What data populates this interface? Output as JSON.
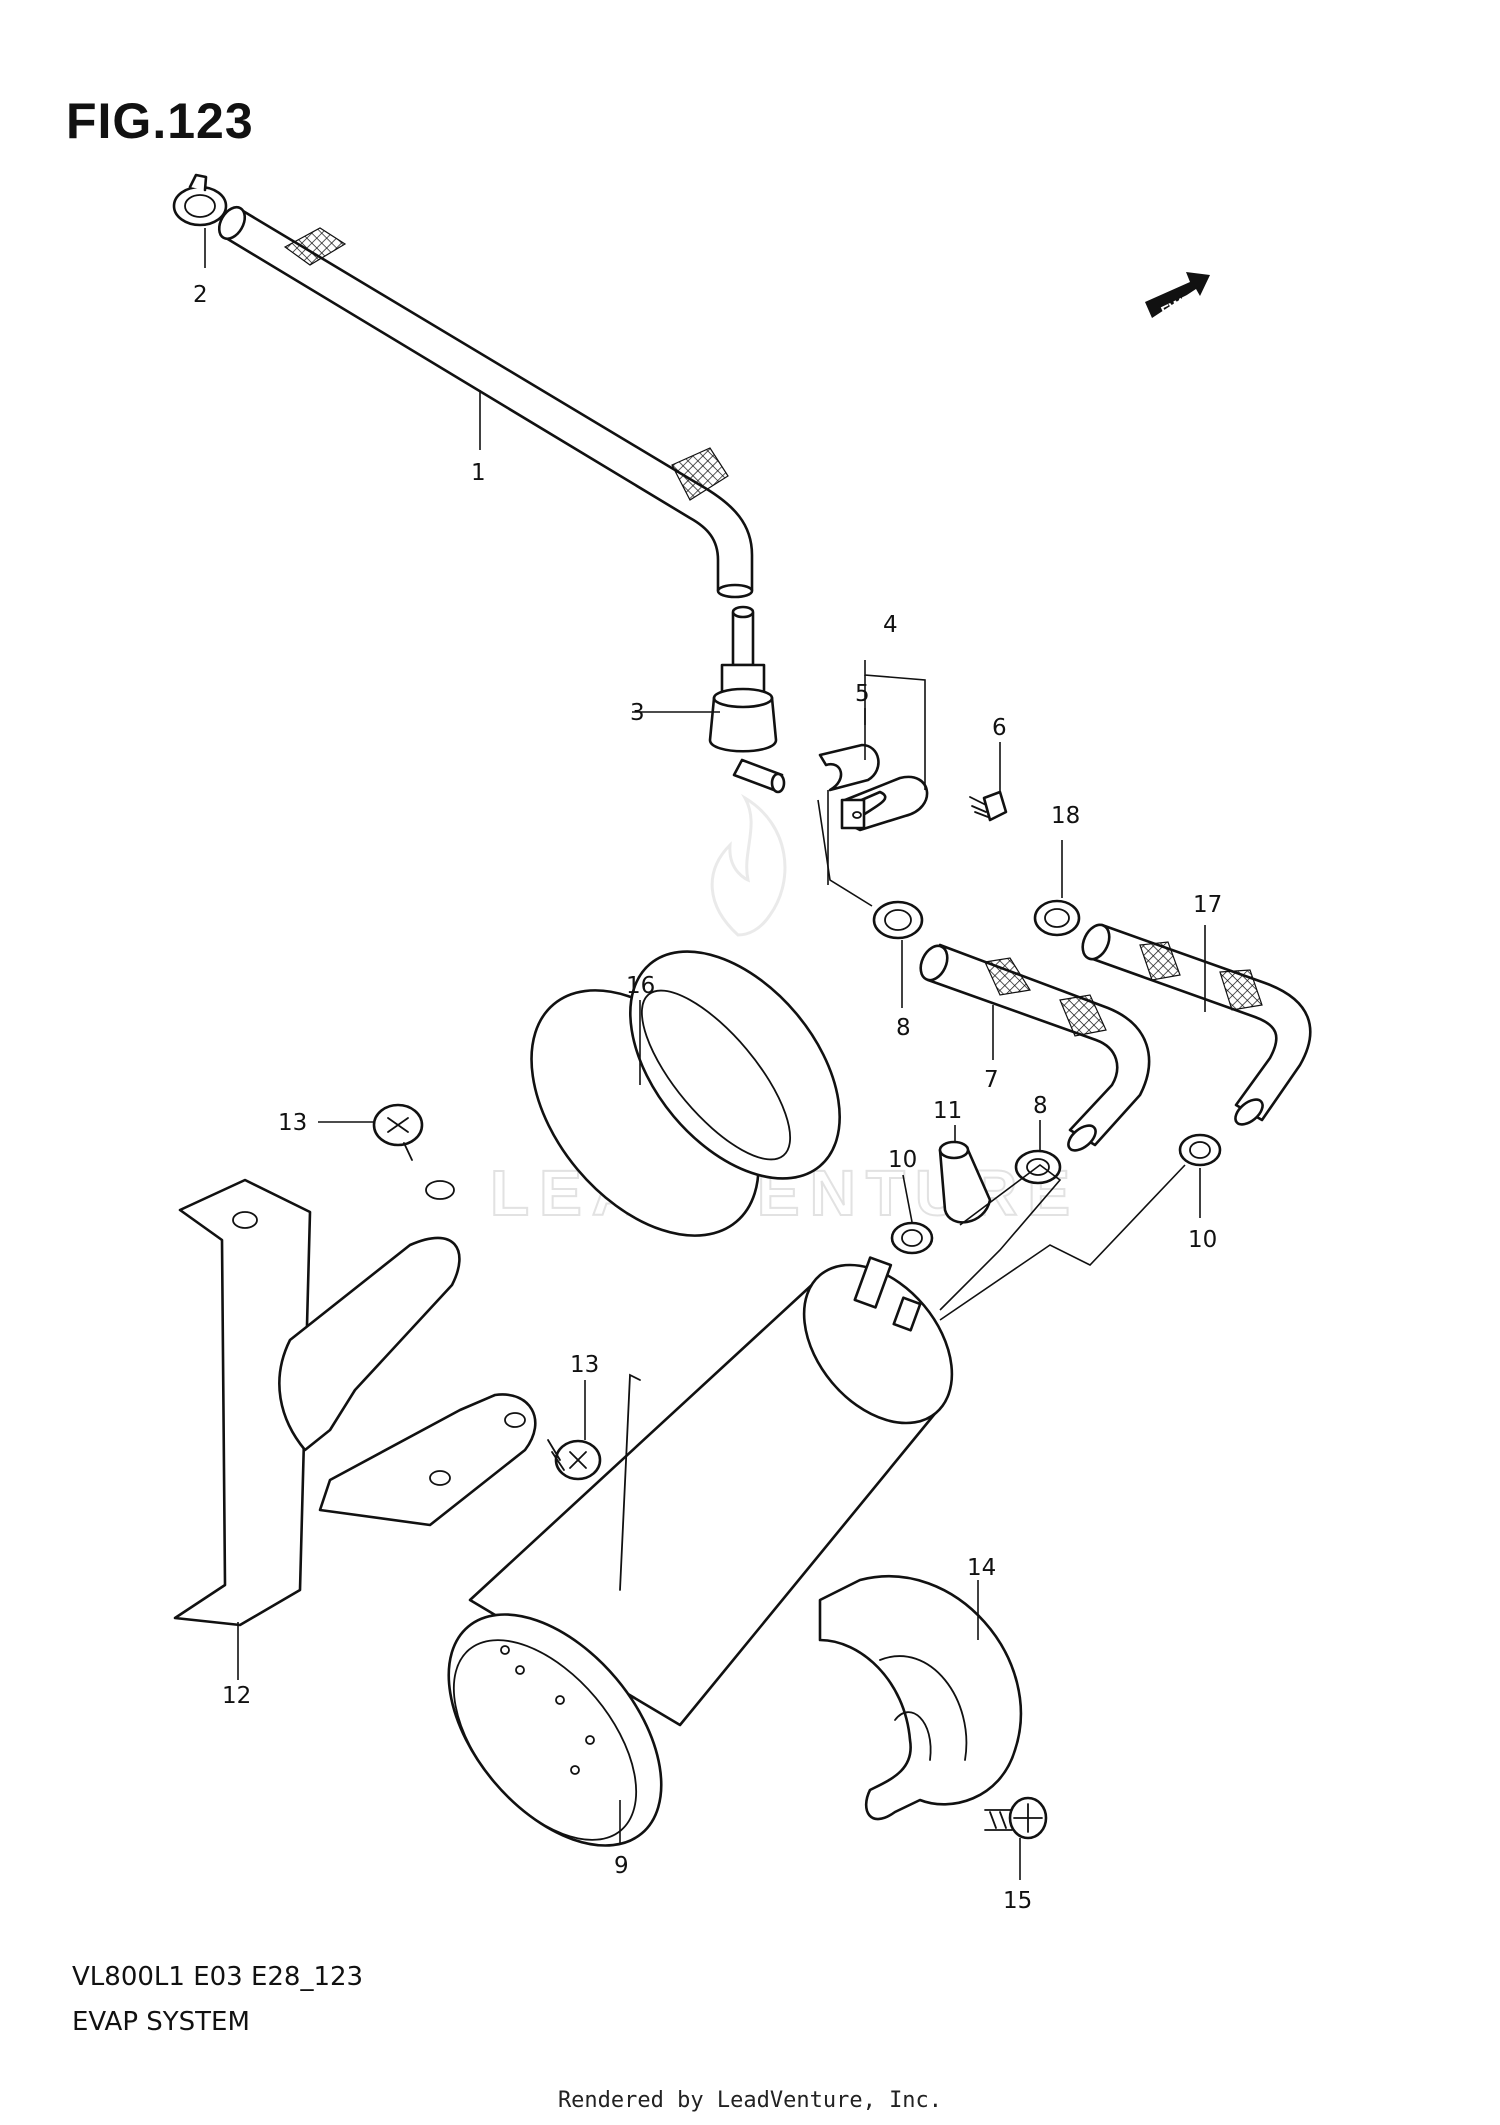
{
  "figure": {
    "title": "FIG.123",
    "model_code": "VL800L1 E03 E28_123",
    "system_name": "EVAP SYSTEM",
    "rendered_by": "Rendered by LeadVenture, Inc.",
    "watermark": "LEADVENTURE",
    "direction_indicator": "FWD",
    "callouts": [
      "1",
      "2",
      "3",
      "4",
      "5",
      "6",
      "7",
      "8",
      "8",
      "9",
      "10",
      "10",
      "11",
      "12",
      "13",
      "13",
      "14",
      "15",
      "16",
      "17",
      "18"
    ],
    "icons": [
      "fwd-arrow-icon",
      "leadventure-watermark-icon"
    ]
  }
}
